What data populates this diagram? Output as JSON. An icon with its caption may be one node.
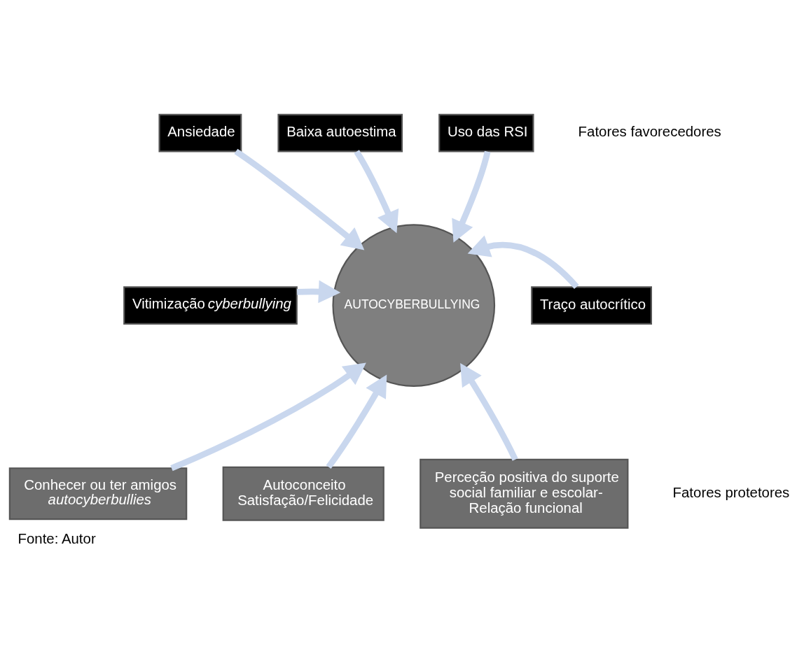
{
  "diagram": {
    "caption": "Fonte: Autor",
    "nodes": [
      {
        "text": [
          "AUTOCYBERBULLYING"
        ]
      },
      {
        "text": [
          "Ansiedade"
        ]
      },
      {
        "text": [
          "Baixa autoestima"
        ]
      },
      {
        "text": [
          "Uso das RSI"
        ]
      },
      {
        "text": [
          "Vitimização *cyberbullying*"
        ]
      },
      {
        "text": [
          "Traço autocrítico"
        ]
      },
      {
        "text": [
          "Conhecer ou ter amigos *autocyberbullies*"
        ]
      },
      {
        "text": [
          "Autoconceito Satisfação/Felicidade"
        ]
      },
      {
        "text": [
          "Perceção positiva do suporte social familiar e escolar- Relação funcional"
        ]
      }
    ],
    "edges": [
      {
        "from": 1,
        "to": 0,
        "arrow": "to"
      },
      {
        "from": 2,
        "to": 0,
        "arrow": "to"
      },
      {
        "from": 3,
        "to": 0,
        "arrow": "to"
      },
      {
        "from": 4,
        "to": 0,
        "arrow": "to"
      },
      {
        "from": 5,
        "to": 0,
        "arrow": "to"
      },
      {
        "from": 6,
        "to": 0,
        "arrow": "to"
      },
      {
        "from": 7,
        "to": 0,
        "arrow": "to"
      },
      {
        "from": 8,
        "to": 0,
        "arrow": "to"
      }
    ],
    "labels": [
      "Fatores favorecedores",
      "Fatores protetores"
    ]
  }
}
